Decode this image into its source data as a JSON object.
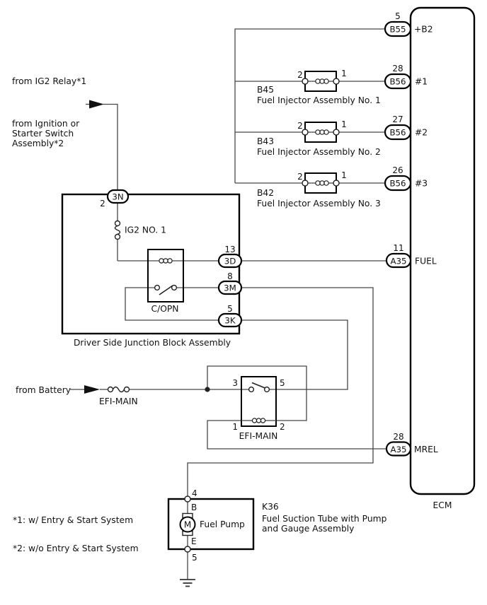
{
  "sources": {
    "ig2_relay": "from IG2 Relay*1",
    "ignition_line1": "from Ignition or",
    "ignition_line2": "Starter Switch",
    "ignition_line3": "Assembly*2",
    "battery": "from Battery"
  },
  "ecm": {
    "label": "ECM",
    "pins": [
      {
        "num": "5",
        "connector": "B55",
        "signal": "+B2"
      },
      {
        "num": "28",
        "connector": "B56",
        "signal": "#1"
      },
      {
        "num": "27",
        "connector": "B56",
        "signal": "#2"
      },
      {
        "num": "26",
        "connector": "B56",
        "signal": "#3"
      },
      {
        "num": "11",
        "connector": "A35",
        "signal": "FUEL"
      },
      {
        "num": "28",
        "connector": "A35",
        "signal": "MREL"
      }
    ]
  },
  "injectors": [
    {
      "code": "B45",
      "name": "Fuel Injector Assembly No. 1",
      "pin_left": "2",
      "pin_right": "1"
    },
    {
      "code": "B43",
      "name": "Fuel Injector Assembly No. 2",
      "pin_left": "2",
      "pin_right": "1"
    },
    {
      "code": "B42",
      "name": "Fuel Injector Assembly No. 3",
      "pin_left": "2",
      "pin_right": "1"
    }
  ],
  "junction_block": {
    "label": "Driver Side Junction Block Assembly",
    "fuse": "IG2 NO. 1",
    "relay": "C/OPN",
    "conn_3n": {
      "num": "2",
      "code": "3N"
    },
    "conn_3d": {
      "num": "13",
      "code": "3D"
    },
    "conn_3m": {
      "num": "8",
      "code": "3M"
    },
    "conn_3k": {
      "num": "5",
      "code": "3K"
    }
  },
  "efi_main": {
    "fuse_label": "EFI-MAIN",
    "relay_label": "EFI-MAIN",
    "pin3": "3",
    "pin5": "5",
    "pin1": "1",
    "pin2": "2"
  },
  "fuel_pump": {
    "code": "K36",
    "desc_line1": "Fuel Suction Tube with Pump",
    "desc_line2": "and Gauge Assembly",
    "label": "Fuel Pump",
    "motor": "M",
    "top_pin_num": "4",
    "top_pin": "B",
    "bottom_pin": "E",
    "bottom_pin_num": "5"
  },
  "notes": {
    "note1": "*1: w/ Entry & Start System",
    "note2": "*2: w/o Entry & Start System"
  },
  "colors": {
    "wire": "#474747",
    "component": "#000000",
    "background": "#ffffff"
  }
}
